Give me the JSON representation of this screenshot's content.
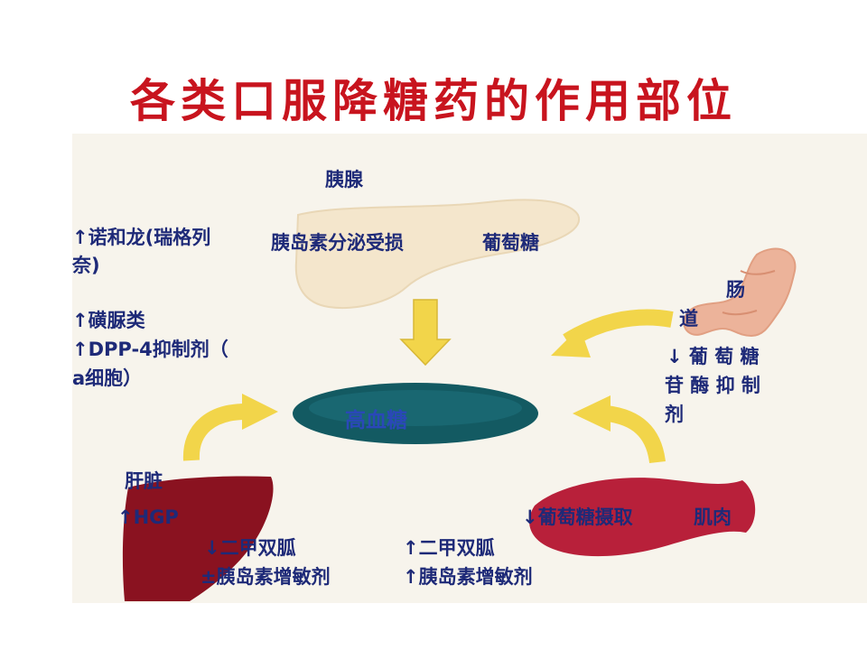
{
  "title": "各类口服降糖药的作用部位",
  "labels": {
    "pancreas": "胰腺",
    "insulin_secretion": "胰岛素分泌受损",
    "glucose_top": "葡萄糖",
    "left1": "↑诺和龙(瑞格列",
    "left2": "奈)",
    "left3": "↑磺脲类",
    "left4": "↑DPP-4抑制剂（",
    "left5": "a细胞）",
    "intestine1": "肠",
    "intestine2": "道",
    "agi1": "↓ 葡 萄 糖",
    "agi2": "苷 酶 抑 制",
    "agi3": "剂",
    "high_glucose": "高血糖",
    "liver": "肝脏",
    "hgp": "↑HGP",
    "liver_drug1": "↓二甲双胍",
    "liver_drug2": "±胰岛素增敏剂",
    "muscle_drug1": "↑二甲双胍",
    "muscle_drug2": "↑胰岛素增敏剂",
    "glucose_uptake": "↓葡萄糖摄取",
    "muscle": "肌肉"
  },
  "colors": {
    "title": "#c8141e",
    "label": "#1e2a78",
    "arrow": "#f2d54a",
    "blood_pool": "#135a62",
    "liver": "#8a1220",
    "muscle": "#b8203a",
    "pancreas": "#f4e6cc",
    "intestine": "#ecb39a"
  }
}
